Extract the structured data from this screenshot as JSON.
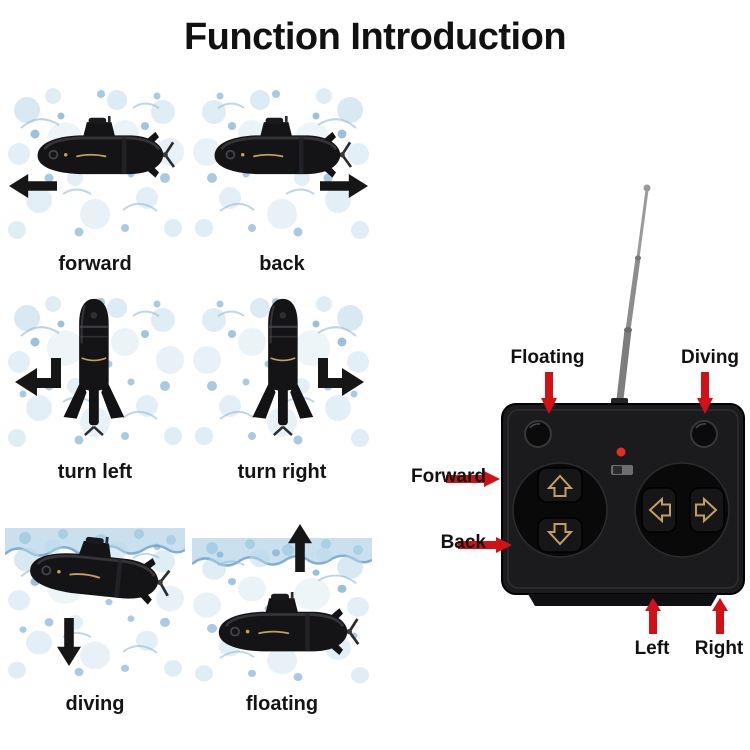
{
  "title": "Function Introduction",
  "grid": {
    "items": [
      {
        "label": "forward",
        "arrow": "left"
      },
      {
        "label": "back",
        "arrow": "right"
      },
      {
        "label": "turn left",
        "arrow": "turn-left"
      },
      {
        "label": "turn right",
        "arrow": "turn-right"
      },
      {
        "label": "diving",
        "arrow": "down"
      },
      {
        "label": "floating",
        "arrow": "up"
      }
    ]
  },
  "remote": {
    "labels": {
      "floating": "Floating",
      "diving": "Diving",
      "forward": "Forward",
      "back": "Back",
      "left": "Left",
      "right": "Right"
    },
    "parts": {
      "antenna": "telescopic-antenna",
      "led": "power-led",
      "switch": "power-switch",
      "buttons": [
        "floating-button",
        "diving-button",
        "forward-button",
        "back-button",
        "left-button",
        "right-button"
      ]
    }
  },
  "colors": {
    "arrow_red": "#d01216",
    "text": "#111111",
    "water_blue": "#8fbcd9",
    "remote_black": "#1b1b1d",
    "gold_accent": "#c3a05e"
  }
}
